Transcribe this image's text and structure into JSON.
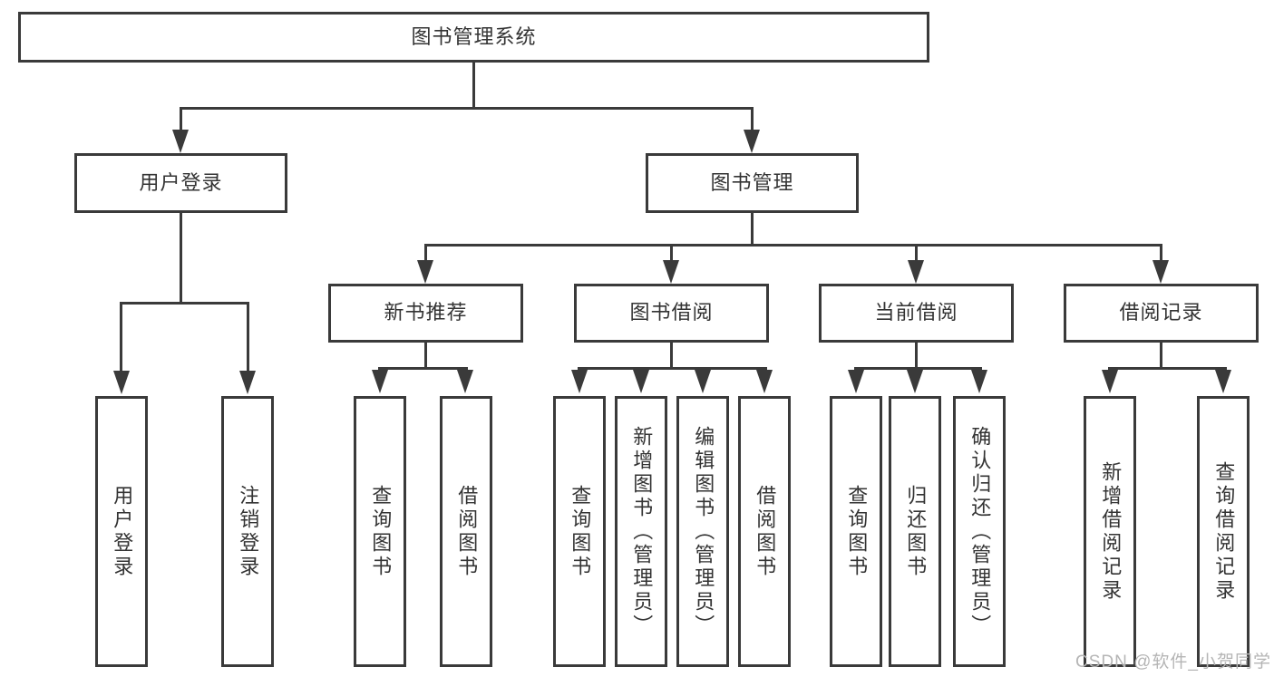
{
  "title": "图书管理系统",
  "colors": {
    "line": "#3a3a3a",
    "text": "#333333",
    "background": "#ffffff",
    "watermark": "#b5b5b5"
  },
  "nodes": {
    "root": {
      "label": "图书管理系统"
    },
    "level2": [
      {
        "label": "用户登录"
      },
      {
        "label": "图书管理"
      }
    ],
    "level3": [
      {
        "label": "新书推荐"
      },
      {
        "label": "图书借阅"
      },
      {
        "label": "当前借阅"
      },
      {
        "label": "借阅记录"
      }
    ],
    "level4": [
      {
        "label": "用户登录"
      },
      {
        "label": "注销登录"
      },
      {
        "label": "查询图书"
      },
      {
        "label": "借阅图书"
      },
      {
        "label": "查询图书"
      },
      {
        "label": "新增图书（管理员）"
      },
      {
        "label": "编辑图书（管理员）"
      },
      {
        "label": "借阅图书"
      },
      {
        "label": "查询图书"
      },
      {
        "label": "归还图书"
      },
      {
        "label": "确认归还（管理员）"
      },
      {
        "label": "新增借阅记录"
      },
      {
        "label": "查询借阅记录"
      }
    ]
  },
  "watermark": "CSDN @软件_小贺同学"
}
